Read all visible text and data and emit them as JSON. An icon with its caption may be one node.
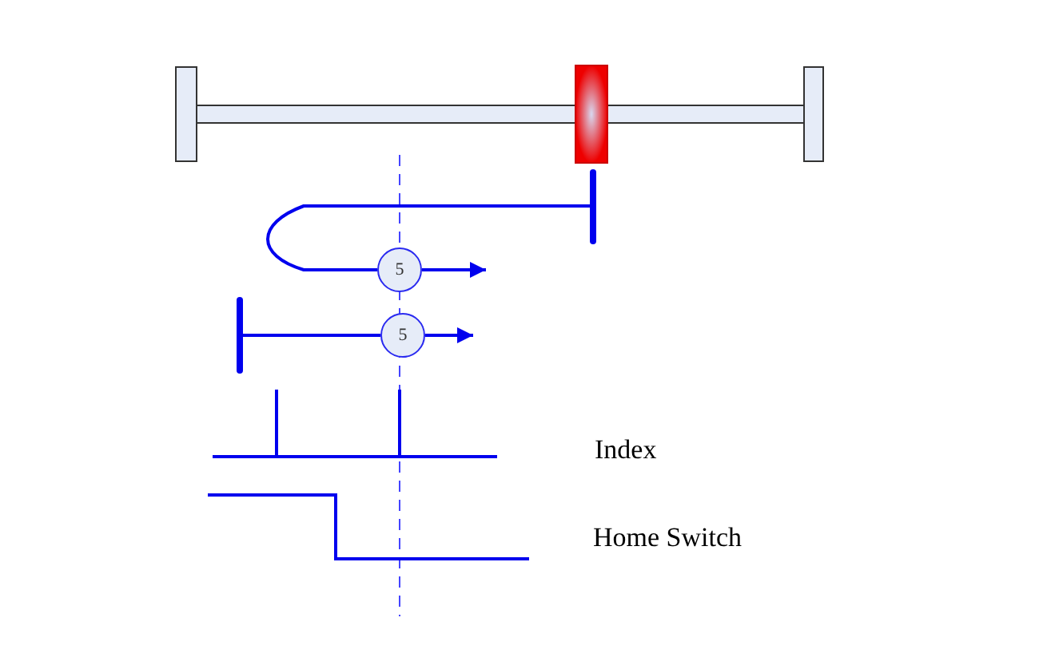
{
  "diagram": {
    "nodes": [
      {
        "text": [
          "5"
        ]
      },
      {
        "text": [
          "5"
        ]
      }
    ],
    "edges": [
      {
        "from": 0,
        "to": null,
        "arrow": "to"
      },
      {
        "from": 1,
        "to": null,
        "arrow": "to"
      }
    ],
    "labels": [
      "Index",
      "Home Switch"
    ]
  }
}
